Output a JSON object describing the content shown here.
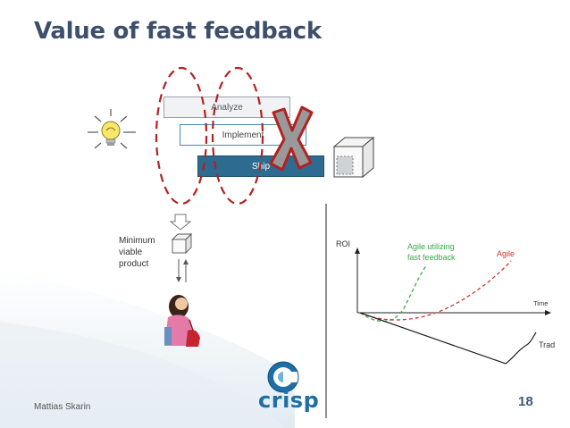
{
  "slide": {
    "title": "Value of fast feedback",
    "author": "Mattias Skarin",
    "page_number": "18"
  },
  "process": {
    "analyze_label": "Analyze",
    "implement_label": "Implement",
    "ship_label": "Ship"
  },
  "mvp": {
    "line1": "Minimum",
    "line2": "viable",
    "line3": "product"
  },
  "graph": {
    "y_label": "ROI",
    "x_label": "Time",
    "agile_fast_line1": "Agile utilizing",
    "agile_fast_line2": "fast feedback",
    "agile_label": "Agile",
    "trad_label": "Trad",
    "colors": {
      "agile_fast": "#3aa84a",
      "agile": "#d0342c",
      "trad": "#222222"
    }
  },
  "logo": {
    "text": "crisp"
  },
  "icons": [
    "lightbulb-icon",
    "cube-icon",
    "red-x-icon",
    "down-arrow-icon",
    "person-icon"
  ]
}
